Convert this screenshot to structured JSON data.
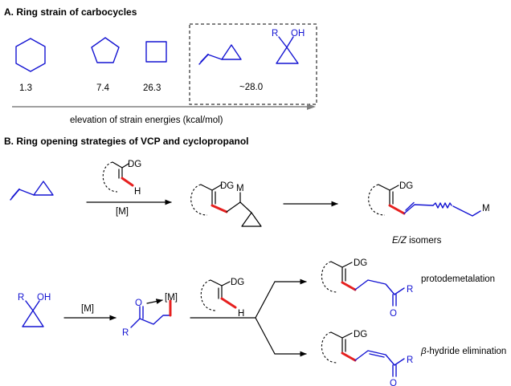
{
  "section_a": {
    "title": "A. Ring strain of carbocycles",
    "strain_values": [
      "1.3",
      "7.4",
      "26.3",
      "~28.0"
    ],
    "axis_label": "elevation of strain energies (kcal/mol)",
    "cyclopropanol_R": "R",
    "cyclopropanol_OH": "OH"
  },
  "section_b": {
    "title": "B. Ring opening strategies of VCP and cyclopropanol",
    "dg": "DG",
    "h": "H",
    "m": "M",
    "metal": "[M]",
    "r": "R",
    "oh": "OH",
    "o": "O",
    "isomers_ez": "E/Z",
    "isomers_word": " isomers",
    "protodemetalation": "protodemetalation",
    "beta_symbol": "β",
    "beta_text": "-hydride elimination"
  },
  "colors": {
    "blue": "#1414d2",
    "red": "#e6201f",
    "gray_arrow": "#808080"
  }
}
